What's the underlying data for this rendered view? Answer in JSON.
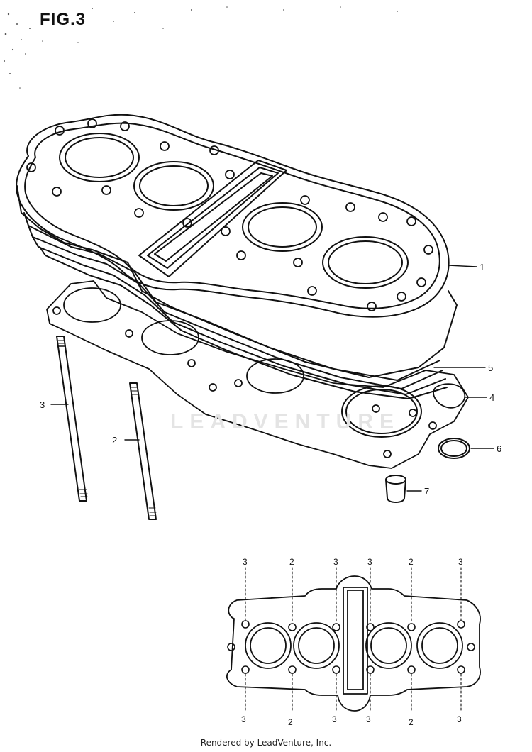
{
  "figure": {
    "title": "FIG.3"
  },
  "watermark": {
    "text": "LEADVENTURE"
  },
  "footer": {
    "text": "Rendered by LeadVenture, Inc."
  },
  "callouts": [
    {
      "id": "c1",
      "label": "1"
    },
    {
      "id": "c2",
      "label": "2"
    },
    {
      "id": "c3",
      "label": "3"
    },
    {
      "id": "c4",
      "label": "4"
    },
    {
      "id": "c5",
      "label": "5"
    },
    {
      "id": "c6",
      "label": "6"
    },
    {
      "id": "c7",
      "label": "7"
    }
  ],
  "stud_layout": {
    "top_labels": [
      "3",
      "2",
      "3",
      "3",
      "2",
      "3"
    ],
    "bottom_labels": [
      "3",
      "2",
      "3",
      "3",
      "2",
      "3"
    ]
  }
}
